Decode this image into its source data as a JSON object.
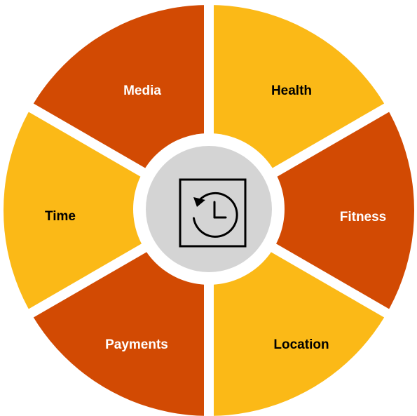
{
  "diagram": {
    "segments": [
      {
        "label": "Health",
        "color": "#FBB917",
        "text_color": "#000000"
      },
      {
        "label": "Fitness",
        "color": "#D24A03",
        "text_color": "#FFFFFF"
      },
      {
        "label": "Location",
        "color": "#FBB917",
        "text_color": "#000000"
      },
      {
        "label": "Payments",
        "color": "#D24A03",
        "text_color": "#FFFFFF"
      },
      {
        "label": "Time",
        "color": "#FBB917",
        "text_color": "#000000"
      },
      {
        "label": "Media",
        "color": "#D24A03",
        "text_color": "#FFFFFF"
      }
    ],
    "center": {
      "icon": "clock-history-icon",
      "background": "#D4D4D4",
      "ring_color": "#FFFFFF"
    }
  }
}
